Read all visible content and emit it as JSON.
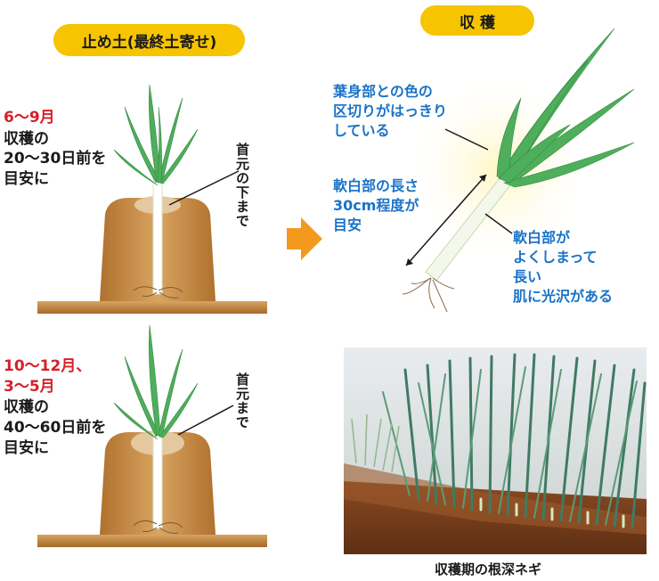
{
  "labels": {
    "left_title": "止め土(最終土寄せ)",
    "right_title": "収 穫",
    "period1": "6〜9月",
    "harvest1_line1": "収穫の",
    "harvest1_line2": "20〜30日前を",
    "harvest1_line3": "目安に",
    "mark1": "首元の下まで",
    "period2_line1": "10〜12月、",
    "period2_line2": "3〜5月",
    "harvest2_line1": "収穫の",
    "harvest2_line2": "40〜60日前を",
    "harvest2_line3": "目安に",
    "mark2": "首元まで",
    "note1_line1": "葉身部との色の",
    "note1_line2": "区切りがはっきり",
    "note1_line3": "している",
    "note2_line1": "軟白部の長さ",
    "note2_line2": "30cm程度が",
    "note2_line3": "目安",
    "note3_line1": "軟白部が",
    "note3_line2": "よくしまって",
    "note3_line3": "長い",
    "note3_line4": "肌に光沢がある",
    "photo_caption": "収穫期の根深ネギ"
  },
  "colors": {
    "pill": "#f6c400",
    "red": "#d6202a",
    "blue": "#1a73c8",
    "arrow": "#f39a1e",
    "soil": "#c98a3e",
    "leaf": "#4fae5c"
  }
}
